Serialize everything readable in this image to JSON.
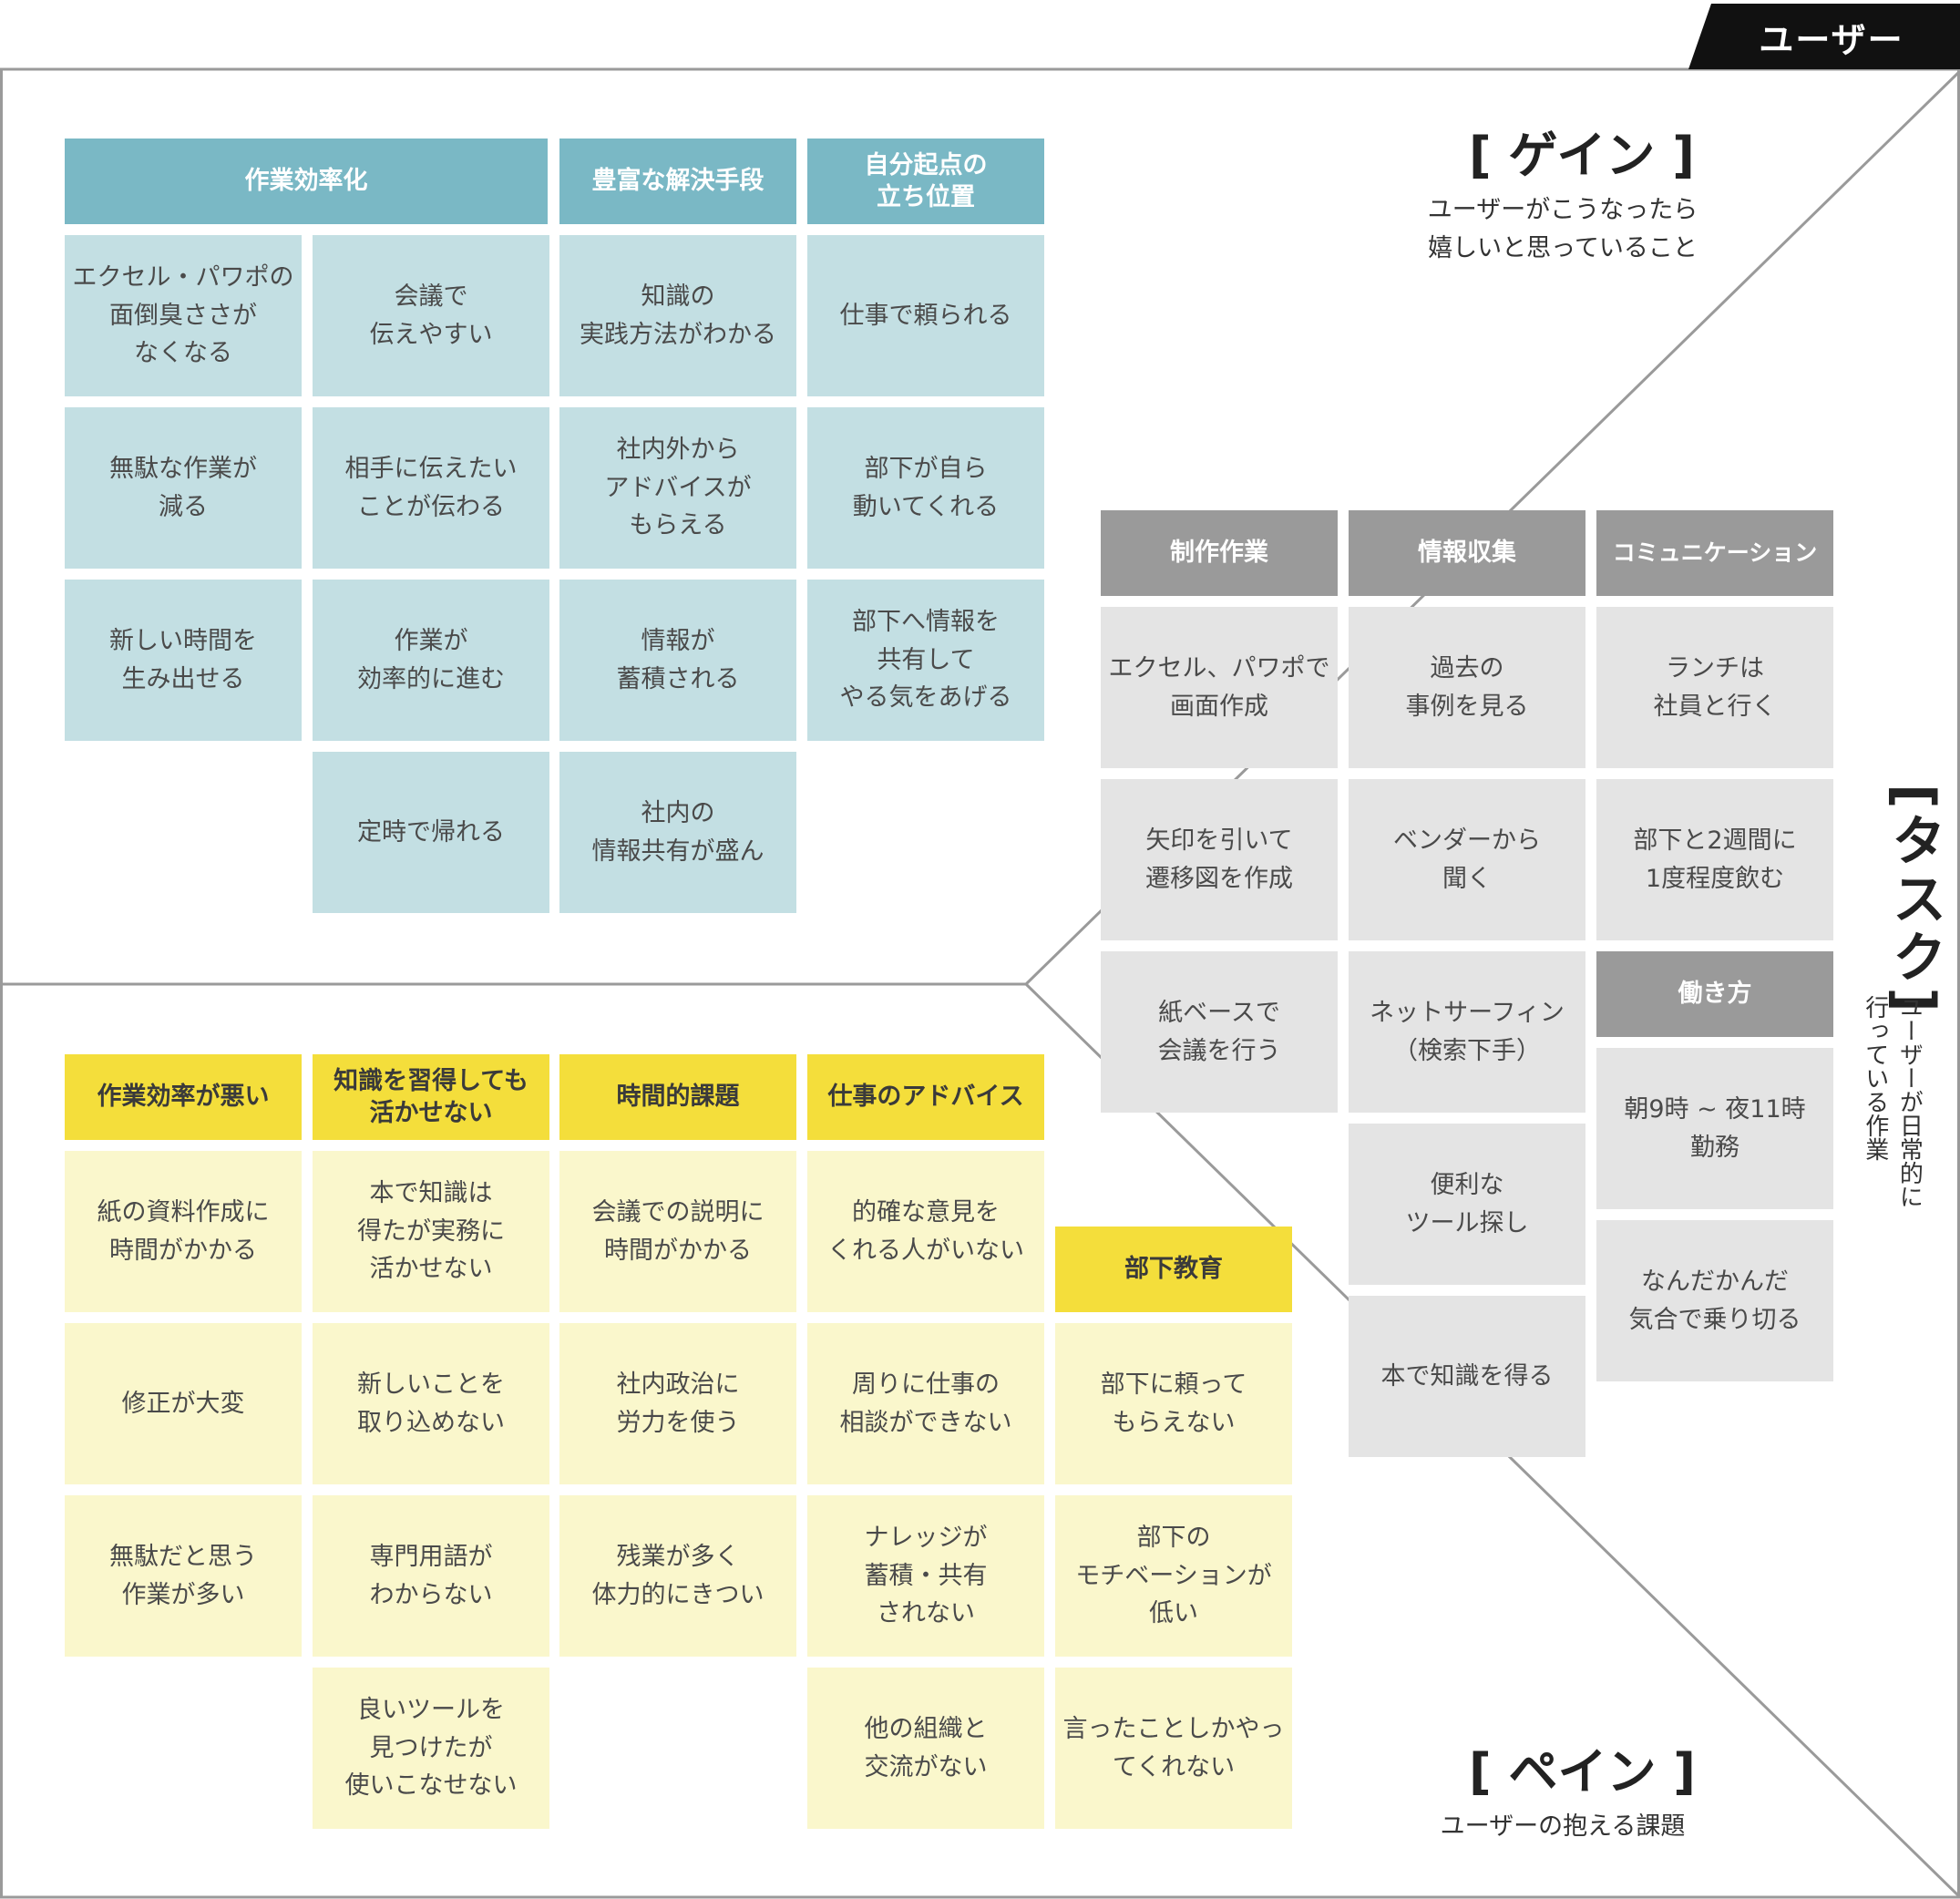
{
  "user_label": "ユーザー",
  "gain": {
    "title": "[ ゲイン ]",
    "subtitle": "ユーザーがこうなったら\n嬉しいと思っていること",
    "columns": [
      {
        "header": "作業効率化",
        "items": [
          "エクセル・パワポの\n面倒臭ささが\nなくなる",
          "無駄な作業が\n減る",
          "新しい時間を\n生み出せる"
        ]
      },
      {
        "header": "",
        "items": [
          "会議で\n伝えやすい",
          "相手に伝えたい\nことが伝わる",
          "作業が\n効率的に進む",
          "定時で帰れる"
        ]
      },
      {
        "header": "豊富な解決手段",
        "items": [
          "知識の\n実践方法がわかる",
          "社内外から\nアドバイスが\nもらえる",
          "情報が\n蓄積される",
          "社内の\n情報共有が盛ん"
        ]
      },
      {
        "header": "自分起点の\n立ち位置",
        "items": [
          "仕事で頼られる",
          "部下が自ら\n動いてくれる",
          "部下へ情報を\n共有して\nやる気をあげる"
        ]
      }
    ]
  },
  "pain": {
    "title": "[ ペイン ]",
    "subtitle": "ユーザーの抱える課題",
    "columns": [
      {
        "header": "作業効率が悪い",
        "items": [
          "紙の資料作成に\n時間がかかる",
          "修正が大変",
          "無駄だと思う\n作業が多い"
        ]
      },
      {
        "header": "知識を習得しても\n活かせない",
        "items": [
          "本で知識は\n得たが実務に\n活かせない",
          "新しいことを\n取り込めない",
          "専門用語が\nわからない",
          "良いツールを\n見つけたが\n使いこなせない"
        ]
      },
      {
        "header": "時間的課題",
        "items": [
          "会議での説明に\n時間がかかる",
          "社内政治に\n労力を使う",
          "残業が多く\n体力的にきつい"
        ]
      },
      {
        "header": "仕事のアドバイス",
        "items": [
          "的確な意見を\nくれる人がいない",
          "周りに仕事の\n相談ができない",
          "ナレッジが\n蓄積・共有\nされない",
          "他の組織と\n交流がない"
        ]
      },
      {
        "header": "部下教育",
        "items": [
          "部下に頼って\nもらえない",
          "部下の\nモチベーションが\n低い",
          "言ったことしかやっ\nてくれない"
        ]
      }
    ]
  },
  "task": {
    "title": "[タスク]",
    "subtitle": "ユーザーが日常的に\n行っている作業",
    "columns": [
      {
        "header": "制作作業",
        "items": [
          "エクセル、パワポで\n画面作成",
          "矢印を引いて\n遷移図を作成",
          "紙ベースで\n会議を行う"
        ]
      },
      {
        "header": "情報収集",
        "items": [
          "過去の\n事例を見る",
          "ベンダーから\n聞く",
          "ネットサーフィン\n（検索下手）",
          "便利な\nツール探し",
          "本で知識を得る"
        ]
      },
      {
        "header": "コミュニケーション",
        "items": [
          "ランチは\n社員と行く",
          "部下と2週間に\n1度程度飲む"
        ]
      },
      {
        "header": "働き方",
        "items": [
          "朝9時 ~ 夜11時\n勤務",
          "なんだかんだ\n気合で乗り切る"
        ]
      }
    ]
  },
  "colors": {
    "gain_header": "#7ab8c5",
    "gain_card": "#c3dfe3",
    "task_header": "#9a9a9a",
    "task_card": "#e4e4e4",
    "pain_header": "#f4de3b",
    "pain_card": "#faf7cc",
    "frame_line": "#9a9a9a",
    "user_tab": "#111111"
  }
}
